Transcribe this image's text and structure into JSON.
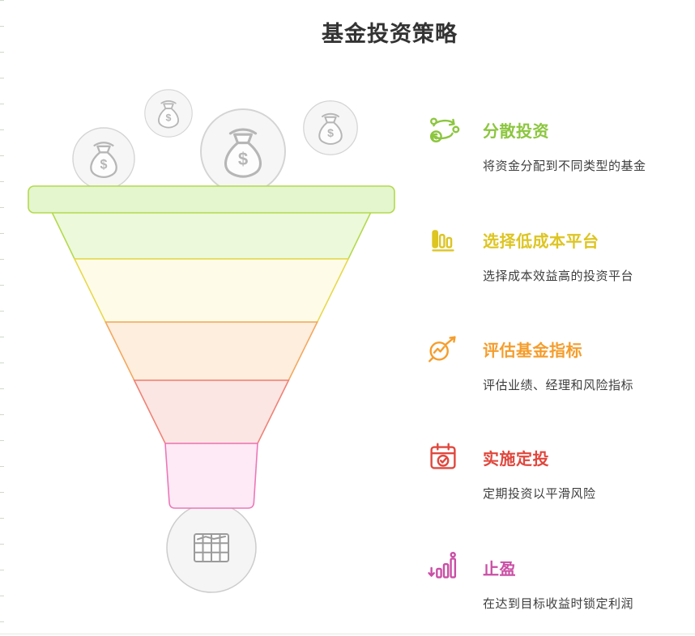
{
  "page": {
    "title": "基金投资策略",
    "background": "#ffffff"
  },
  "funnel": {
    "top_bar": {
      "fill": "#e3f6cd",
      "stroke": "#b4d94e"
    },
    "layers": [
      {
        "name": "diversify",
        "fill": "#ecf9da",
        "stroke": "#b4d94e"
      },
      {
        "name": "platform",
        "fill": "#fefce8",
        "stroke": "#e8d84e"
      },
      {
        "name": "metrics",
        "fill": "#fdeede",
        "stroke": "#f3a85f"
      },
      {
        "name": "auto-invest",
        "fill": "#fce6e3",
        "stroke": "#ef8276"
      },
      {
        "name": "take-profit",
        "fill": "#fdeaf6",
        "stroke": "#ec77b8"
      }
    ]
  },
  "decorations": {
    "dollar": "$"
  },
  "items": [
    {
      "title": "分散投资",
      "desc": "将资金分配到不同类型的基金",
      "color": "#8cc63e",
      "icon": "diversify-icon"
    },
    {
      "title": "选择低成本平台",
      "desc": "选择成本效益高的投资平台",
      "color": "#ddc522",
      "icon": "bar-chart-icon"
    },
    {
      "title": "评估基金指标",
      "desc": "评估业绩、经理和风险指标",
      "color": "#f59d2c",
      "icon": "magnifier-chart-icon"
    },
    {
      "title": "实施定投",
      "desc": "定期投资以平滑风险",
      "color": "#e0473d",
      "icon": "calendar-check-icon"
    },
    {
      "title": "止盈",
      "desc": "在达到目标收益时锁定利润",
      "color": "#ca4fa5",
      "icon": "profit-bars-icon"
    }
  ]
}
